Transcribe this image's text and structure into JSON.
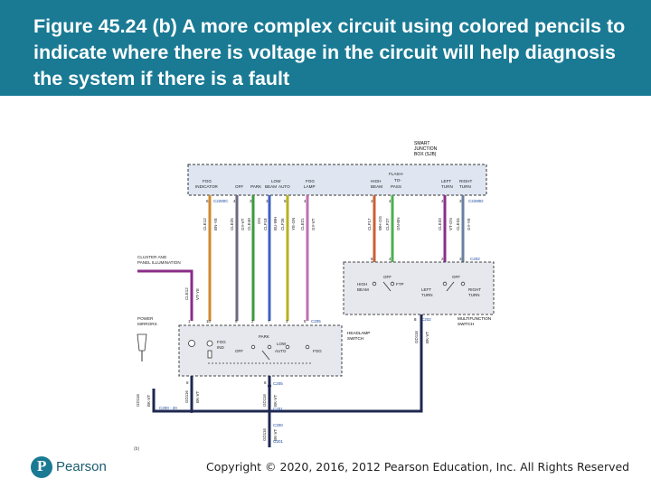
{
  "header": {
    "title": "Figure 45.24 (b) A more complex circuit using colored pencils to indicate where there is voltage in the circuit will help diagnosis the system if there is a fault"
  },
  "footer": {
    "logo_letter": "P",
    "logo_text": "Pearson",
    "copyright": "Copyright © 2020, 2016, 2012 Pearson Education, Inc. All Rights Reserved"
  },
  "diagram": {
    "sjb_label": [
      "SMART",
      "JUNCTION",
      "BOX (SJB)"
    ],
    "sjb_connectors": [
      "C2280C",
      "C2280D"
    ],
    "relay_labels": [
      "FOG",
      "INDICATOR",
      "OFF",
      "PARK",
      "LOW",
      "BEAM",
      "AUTO",
      "FOG",
      "LAMP",
      "HIGH",
      "BEAM",
      "FLASH-",
      "TO-",
      "PASS",
      "LEFT",
      "TURN",
      "RIGHT",
      "TURN"
    ],
    "pin_numbers": [
      "6",
      "47",
      "31",
      "30",
      "51",
      "48",
      "27",
      "43",
      "42",
      "39"
    ],
    "wire_labels": [
      "CLE12",
      "BN-YE",
      "CLE25",
      "GY-VT",
      "CLE40",
      "GN",
      "CLF18",
      "BU-WH",
      "CLF26",
      "YE-GN",
      "CLE21",
      "GY-VT",
      "CLF17",
      "WH-OG",
      "CLF27",
      "GN-BN",
      "CLE33",
      "VT-GN",
      "CLE34",
      "GY-YE"
    ],
    "left_labels": [
      "CLUSTER AND",
      "PANEL ILLUMINATION",
      "POWER",
      "MIRRORS"
    ],
    "multifunction": {
      "connector": "C202",
      "labels": [
        "HIGH",
        "BEAM",
        "OFF",
        "FTP",
        "LEFT",
        "TURN",
        "OFF",
        "RIGHT",
        "TURN"
      ],
      "pins": [
        "6",
        "4",
        "2",
        "3"
      ],
      "name": [
        "MULTIFUNCTION",
        "SWITCH"
      ],
      "bottom_pin": "8",
      "bottom_connector": "C202"
    },
    "headlamp": {
      "connector": "C205",
      "labels": [
        "FOG",
        "IND",
        "PARK",
        "LOW",
        "OFF",
        "AUTO",
        "FOG"
      ],
      "pins": [
        "1",
        "10",
        "9",
        "2",
        "7",
        "3",
        "5"
      ],
      "name": [
        "HEADLAMP",
        "SWITCH"
      ]
    },
    "ground_labels": [
      "GD116",
      "BK-VT",
      "GD116",
      "BK-VT",
      "GD116",
      "BK-VT",
      "GD116",
      "BK-VT",
      "GD116",
      "BK-VT"
    ],
    "splices": [
      "C205",
      "C201",
      "C200",
      "C200 - 20",
      "G201"
    ],
    "small_labels": [
      "CLE12",
      "VT-YE",
      "8",
      "8",
      "(b)"
    ]
  }
}
